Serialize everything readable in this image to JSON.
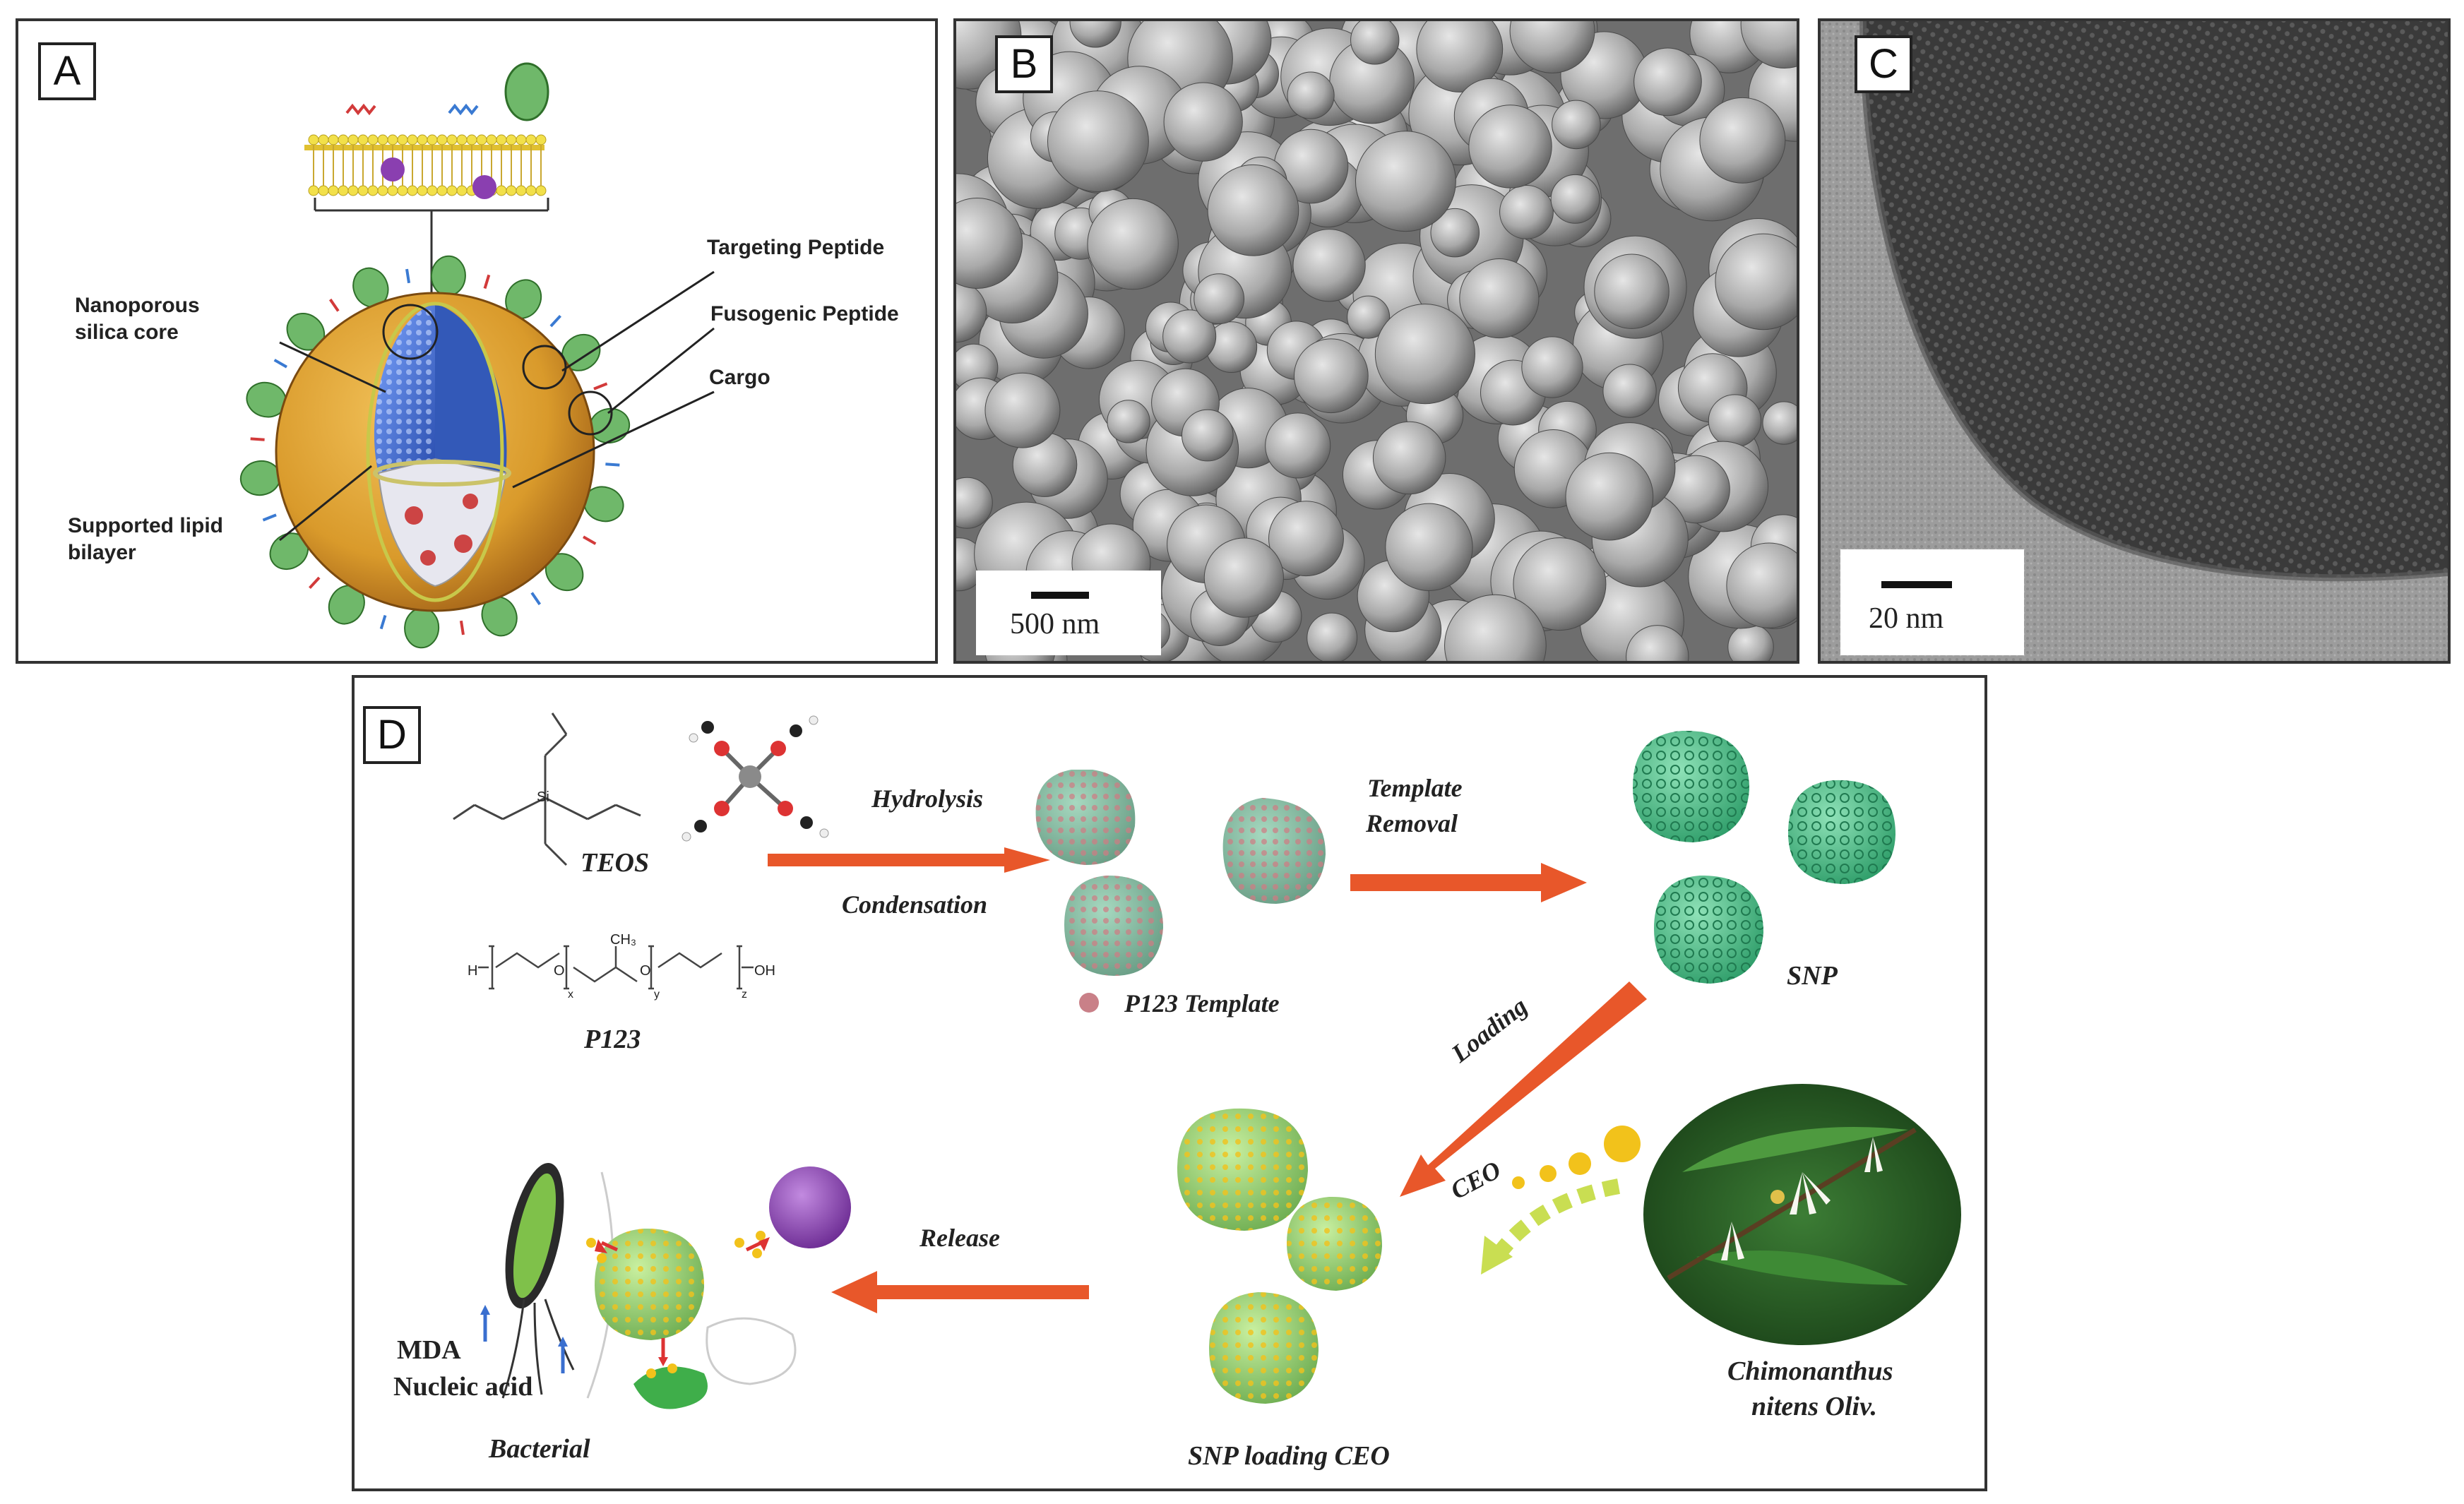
{
  "panels": {
    "a": {
      "letter": "A",
      "labels": {
        "nanoporous_core": "Nanoporous\nsilica core",
        "supported_bilayer": "Supported lipid\nbilayer",
        "targeting_peptide": "Targeting Peptide",
        "fusogenic_peptide": "Fusogenic Peptide",
        "cargo": "Cargo"
      }
    },
    "b": {
      "letter": "B",
      "scale": "500 nm"
    },
    "c": {
      "letter": "C",
      "scale": "20 nm"
    },
    "d": {
      "letter": "D",
      "teos": "TEOS",
      "p123": "P123",
      "hydrolysis": "Hydrolysis",
      "condensation": "Condensation",
      "p123_template": "P123 Template",
      "template_removal_1": "Template",
      "template_removal_2": "Removal",
      "snp": "SNP",
      "loading": "Loading",
      "ceo": "CEO",
      "plant_1": "Chimonanthus",
      "plant_2": "nitens Oliv.",
      "snp_loading": "SNP loading CEO",
      "release": "Release",
      "mda": "MDA",
      "nucleic_acid": "Nucleic acid",
      "bacterial": "Bacterial",
      "chem": {
        "si": "Si",
        "o": "O",
        "oh": "OH",
        "h": "H",
        "ch3": "CH₃",
        "x": "x",
        "y": "y",
        "z": "z"
      }
    }
  },
  "colors": {
    "arrow": "#e8572a",
    "silica_green": "#5fbf8e",
    "shell_orange": "#d99a2b",
    "core_blue": "#3a67c9",
    "sem_gray": "#9a9a9a",
    "tem_dark": "#333333",
    "ceo_yellow": "#f2c21b",
    "leaf_green": "#2f6f2a",
    "bacterium_purple": "#8a3fb0"
  }
}
